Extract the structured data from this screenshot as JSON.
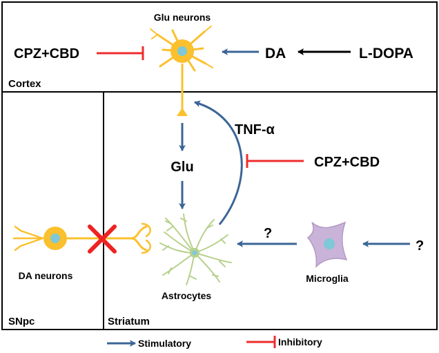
{
  "regions": {
    "cortex": "Cortex",
    "snpc": "SNpc",
    "striatum": "Striatum"
  },
  "labels": {
    "glu_neurons": "Glu neurons",
    "cpz_cbd_top": "CPZ+CBD",
    "da": "DA",
    "l_dopa": "L-DOPA",
    "tnf_alpha": "TNF-α",
    "glu": "Glu",
    "cpz_cbd_mid": "CPZ+CBD",
    "question_left": "?",
    "question_right": "?",
    "da_neurons": "DA neurons",
    "astrocytes": "Astrocytes",
    "microglia": "Microglia"
  },
  "legend": {
    "stimulatory": "Stimulatory",
    "inhibitory": "Inhibitory"
  },
  "colors": {
    "stimulatory": "#3b6596",
    "inhibitory": "#ef2c2c",
    "neuron_body": "#fbc02d",
    "neuron_nucleus": "#7ec8d8",
    "astrocyte": "#b7d18c",
    "microglia": "#c9b3d8",
    "block_x": "#ee2222"
  }
}
